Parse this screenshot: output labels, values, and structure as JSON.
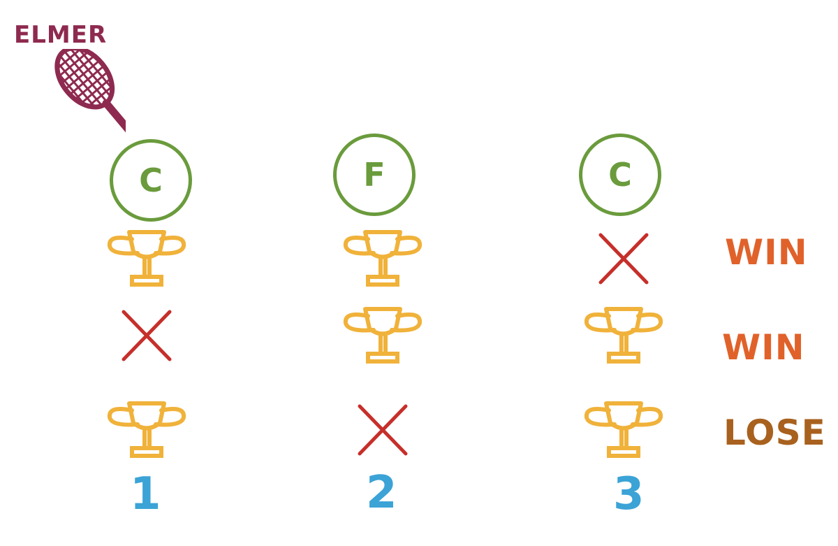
{
  "player": {
    "name": "ELMER",
    "icon": "tennis-racket-icon",
    "color": "#8e2a4f"
  },
  "colors": {
    "circle": "#6a9b3c",
    "trophy": "#f0b23a",
    "cross": "#c62f2a",
    "win": "#e0622a",
    "lose": "#a8611e",
    "number": "#3ba3d6"
  },
  "columns": [
    {
      "letter": "C",
      "number": "1",
      "cells": [
        "trophy",
        "cross",
        "trophy"
      ]
    },
    {
      "letter": "F",
      "number": "2",
      "cells": [
        "trophy",
        "trophy",
        "cross"
      ]
    },
    {
      "letter": "C",
      "number": "3",
      "cells": [
        "cross",
        "trophy",
        "trophy"
      ]
    }
  ],
  "rows": [
    {
      "result": "WIN"
    },
    {
      "result": "WIN"
    },
    {
      "result": "LOSE"
    }
  ]
}
